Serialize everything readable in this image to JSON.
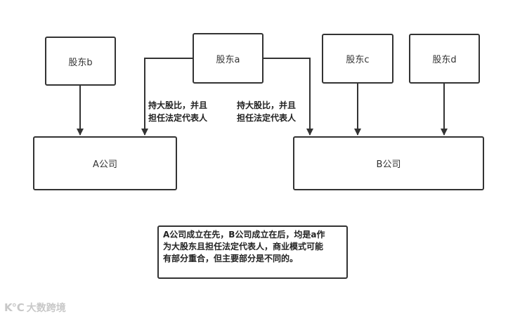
{
  "nodes": {
    "shareholder_b": "股东b",
    "shareholder_a": "股东a",
    "shareholder_c": "股东c",
    "shareholder_d": "股东d",
    "company_a": "A公司",
    "company_b": "B公司"
  },
  "edge_labels": {
    "left_line1": "持大股比，并且",
    "left_line2": "担任法定代表人",
    "right_line1": "持大股比，并且",
    "right_line2": "担任法定代表人"
  },
  "note": {
    "line1": "A公司成立在先，B公司成立在后，均是a作",
    "line2": "为大股东且担任法定代表人，商业模式可能",
    "line3": "有部分重合，但主要部分是不同的。"
  },
  "watermark": {
    "logo": "K℃",
    "text": "大数跨境"
  },
  "colors": {
    "stroke": "#333333",
    "background": "#ffffff",
    "watermark": "#c8c8c8"
  }
}
